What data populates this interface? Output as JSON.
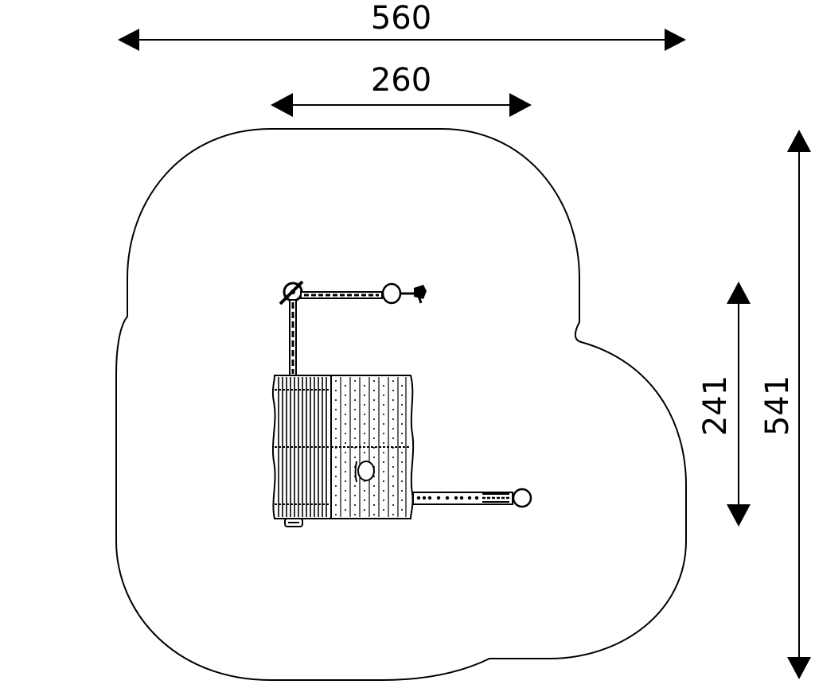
{
  "dimensions": {
    "overall_width": "560",
    "inner_width": "260",
    "inner_depth": "241",
    "overall_depth": "541"
  },
  "colors": {
    "line": "#000000",
    "background": "#ffffff",
    "equipment_fill": "#ffffff"
  }
}
